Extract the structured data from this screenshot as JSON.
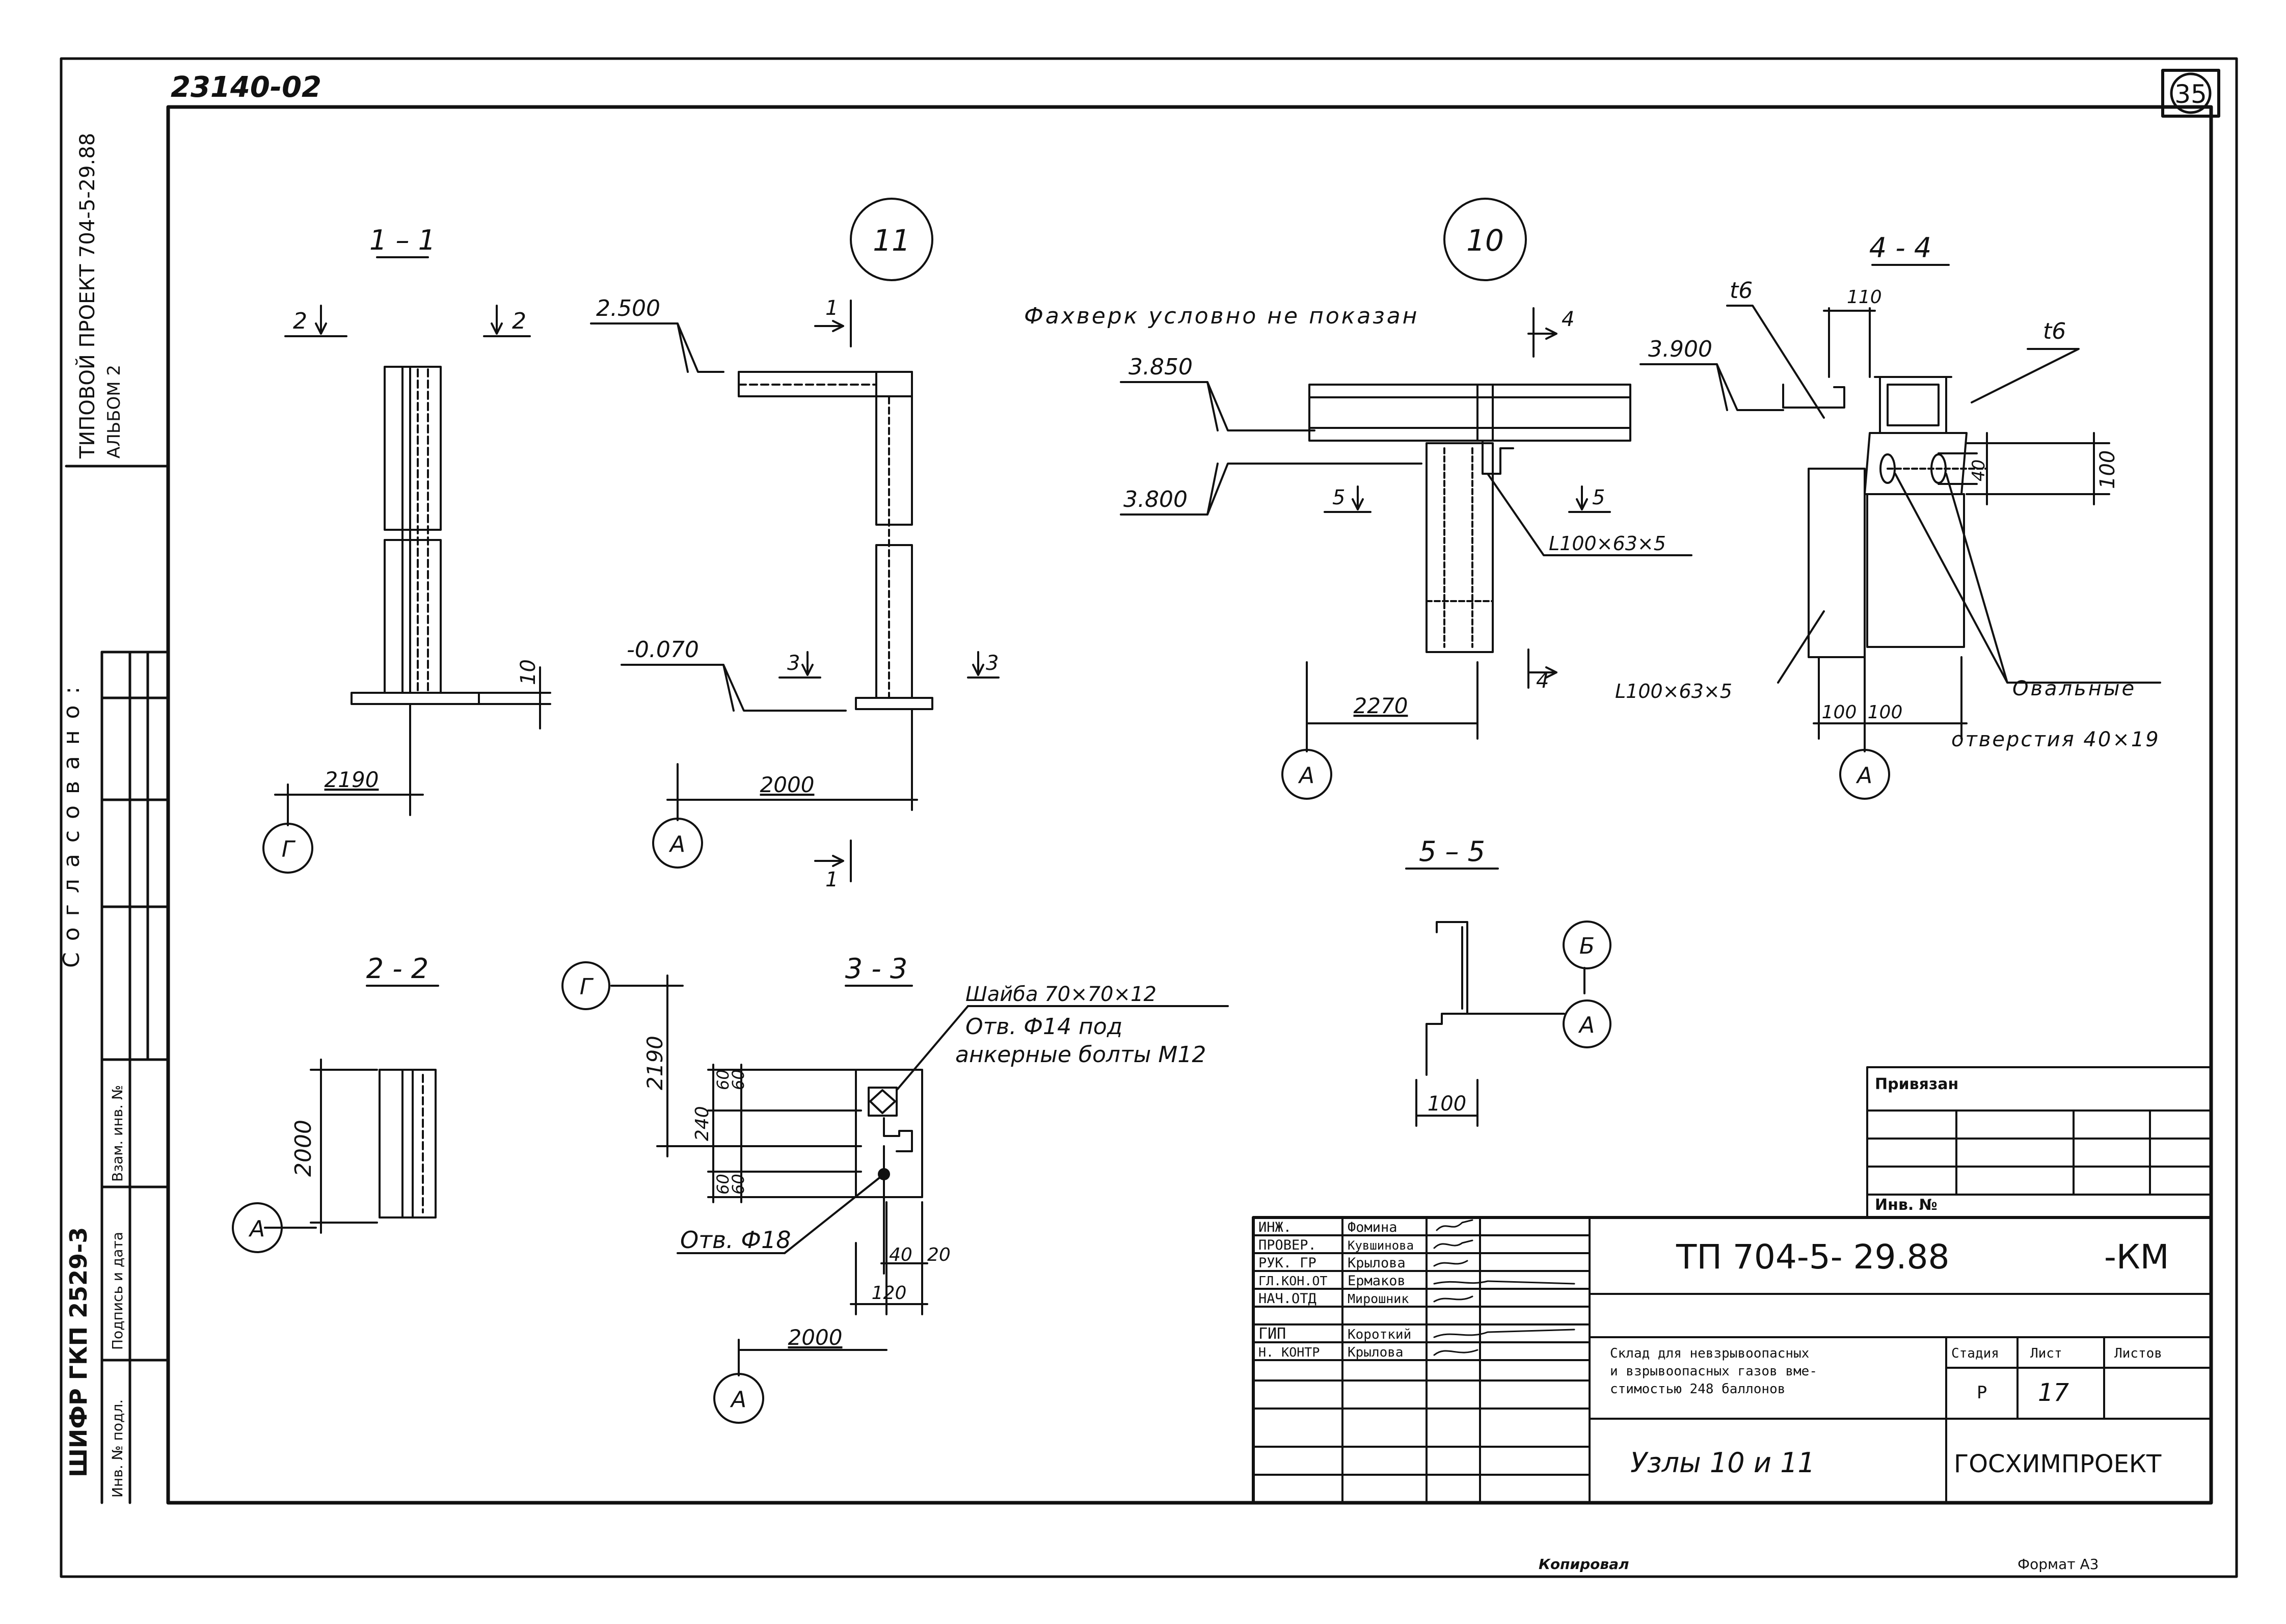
{
  "sheet": {
    "code": "23140-02",
    "page_number": "35",
    "side_project": "ТИПОВОЙ ПРОЕКТ 704-5-29.88",
    "side_album": "АЛЬБОМ 2",
    "side_agreed": "Согласовано:",
    "side_cipher": "ШИФР ГКП 2529-3",
    "side_inv_podl": "Инв. № подл.",
    "side_sign_date": "Подпись и дата",
    "side_vzam": "Взам. инв. №",
    "copied": "Копировал",
    "format": "Формат А3"
  },
  "drawing": {
    "node11": "11",
    "node10": "10",
    "sec11": "1 – 1",
    "sec22": "2 - 2",
    "sec33": "3 - 3",
    "sec44": "4 - 4",
    "sec55": "5 – 5",
    "sec_tag_1": "1",
    "sec_tag_2": "2",
    "sec_tag_3": "3",
    "sec_tag_4": "4",
    "sec_tag_5": "5",
    "lvl_2500": "2.500",
    "lvl_m0070": "-0.070",
    "lvl_3850": "3.850",
    "lvl_3800": "3.800",
    "lvl_3900": "3.900",
    "dim_2190": "2190",
    "dim_2000": "2000",
    "dim_2270": "2270",
    "dim_10": "10",
    "dim_100": "100",
    "dim_40": "40",
    "dim_20": "20",
    "dim_120": "120",
    "dim_240": "240",
    "dim_60": "60",
    "t6": "t6",
    "angle": "L100×63×5",
    "fachwerk": "Фахверк условно не показан",
    "oval1": "Овальные",
    "oval2": "отверстия 40×19",
    "washer": "Шайба 70×70×12",
    "hole14a": "Отв. Ф14 под",
    "hole14b": "анкерные болты М12",
    "hole18": "Отв. Ф18",
    "axis_A": "А",
    "axis_G": "Г",
    "axis_B": "Б"
  },
  "stamp": {
    "privyazan": "Привязан",
    "inv_no": "Инв. №",
    "doc_code": "ТП 704-5- 29.88",
    "doc_suffix": "-КМ",
    "roles": [
      "ИНЖ.",
      "ПРОВЕР.",
      "РУК. ГР",
      "ГЛ.КОН.ОТ",
      "НАЧ.ОТД",
      "",
      "ГИП",
      "Н. КОНТР"
    ],
    "names": [
      "Фомина",
      "Кувшинова",
      "Крылова",
      "Ермаков",
      "Мирошник",
      "",
      "Короткий",
      "Крылова"
    ],
    "desc1": "Склад для невзрывоопасных",
    "desc2": "и взрывоопасных газов вме-",
    "desc3": "стимостью 248 баллонов",
    "sheet_title": "Узлы 10 и 11",
    "col_stage": "Стадия",
    "col_sheet": "Лист",
    "col_sheets": "Листов",
    "stage": "Р",
    "sheet_no": "17",
    "org": "ГОСХИМПРОЕКТ"
  }
}
